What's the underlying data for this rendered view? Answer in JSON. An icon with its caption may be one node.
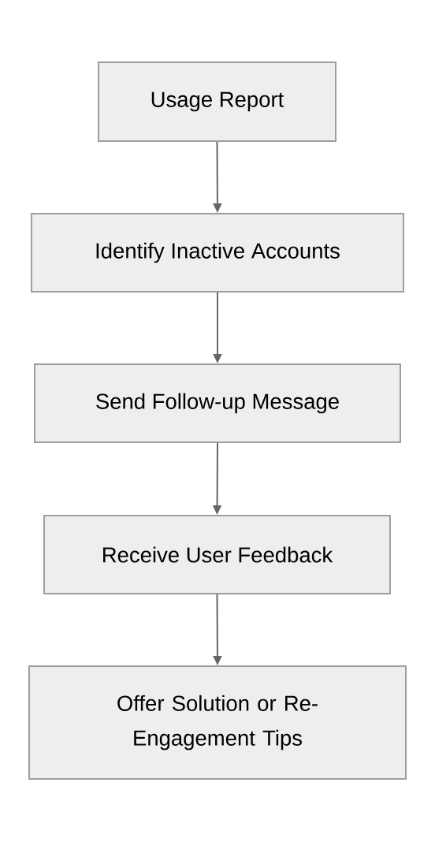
{
  "diagram": {
    "nodes": [
      {
        "text": [
          "Usage Report"
        ]
      },
      {
        "text": [
          "Identify Inactive Accounts"
        ]
      },
      {
        "text": [
          "Send Follow-up Message"
        ]
      },
      {
        "text": [
          "Receive User Feedback"
        ]
      },
      {
        "text": [
          "Offer Solution or Re-Engagement Tips"
        ]
      }
    ],
    "edges": [
      {
        "from": 0,
        "to": 1,
        "arrow": "to"
      },
      {
        "from": 1,
        "to": 2,
        "arrow": "to"
      },
      {
        "from": 2,
        "to": 3,
        "arrow": "to"
      },
      {
        "from": 3,
        "to": 4,
        "arrow": "to"
      }
    ]
  }
}
